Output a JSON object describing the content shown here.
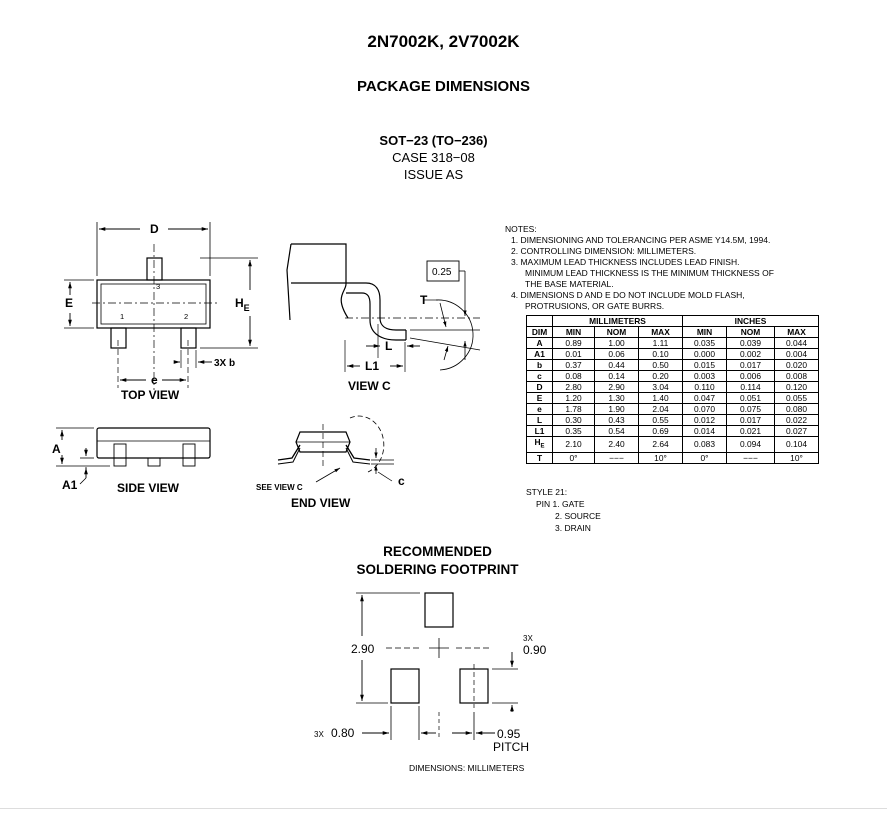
{
  "header": {
    "part_numbers": "2N7002K, 2V7002K",
    "section": "PACKAGE DIMENSIONS"
  },
  "package": {
    "name": "SOT−23 (TO−236)",
    "case": "CASE 318−08",
    "issue": "ISSUE AS"
  },
  "views": {
    "top": "TOP VIEW",
    "side": "SIDE VIEW",
    "end": "END VIEW",
    "c": "VIEW C",
    "see_c": "SEE VIEW C"
  },
  "labels": {
    "D": "D",
    "E": "E",
    "HE_main": "H",
    "HE_sub": "E",
    "e": "e",
    "b": "3X b",
    "A": "A",
    "A1": "A1",
    "L": "L",
    "L1": "L1",
    "T": "T",
    "c": "c",
    "gauge": "0.25",
    "pin1": "1",
    "pin2": "2",
    "pin3": "3"
  },
  "notes": {
    "heading": "NOTES:",
    "items": [
      "1.  DIMENSIONING AND TOLERANCING PER ASME Y14.5M, 1994.",
      "2.  CONTROLLING DIMENSION: MILLIMETERS.",
      "3.  MAXIMUM LEAD THICKNESS INCLUDES LEAD FINISH.",
      "MINIMUM LEAD THICKNESS IS THE MINIMUM THICKNESS OF",
      "THE BASE MATERIAL.",
      "4.  DIMENSIONS D AND E DO NOT INCLUDE MOLD FLASH,",
      "PROTRUSIONS, OR GATE BURRS."
    ]
  },
  "table": {
    "group_mm": "MILLIMETERS",
    "group_in": "INCHES",
    "headers": [
      "DIM",
      "MIN",
      "NOM",
      "MAX",
      "MIN",
      "NOM",
      "MAX"
    ],
    "rows": [
      {
        "dim": "A",
        "sub": "",
        "v": [
          "0.89",
          "1.00",
          "1.11",
          "0.035",
          "0.039",
          "0.044"
        ]
      },
      {
        "dim": "A1",
        "sub": "",
        "v": [
          "0.01",
          "0.06",
          "0.10",
          "0.000",
          "0.002",
          "0.004"
        ]
      },
      {
        "dim": "b",
        "sub": "",
        "v": [
          "0.37",
          "0.44",
          "0.50",
          "0.015",
          "0.017",
          "0.020"
        ]
      },
      {
        "dim": "c",
        "sub": "",
        "v": [
          "0.08",
          "0.14",
          "0.20",
          "0.003",
          "0.006",
          "0.008"
        ]
      },
      {
        "dim": "D",
        "sub": "",
        "v": [
          "2.80",
          "2.90",
          "3.04",
          "0.110",
          "0.114",
          "0.120"
        ]
      },
      {
        "dim": "E",
        "sub": "",
        "v": [
          "1.20",
          "1.30",
          "1.40",
          "0.047",
          "0.051",
          "0.055"
        ]
      },
      {
        "dim": "e",
        "sub": "",
        "v": [
          "1.78",
          "1.90",
          "2.04",
          "0.070",
          "0.075",
          "0.080"
        ]
      },
      {
        "dim": "L",
        "sub": "",
        "v": [
          "0.30",
          "0.43",
          "0.55",
          "0.012",
          "0.017",
          "0.022"
        ]
      },
      {
        "dim": "L1",
        "sub": "",
        "v": [
          "0.35",
          "0.54",
          "0.69",
          "0.014",
          "0.021",
          "0.027"
        ]
      },
      {
        "dim": "H",
        "sub": "E",
        "v": [
          "2.10",
          "2.40",
          "2.64",
          "0.083",
          "0.094",
          "0.104"
        ]
      },
      {
        "dim": "T",
        "sub": "",
        "v": [
          "0°",
          "−−−",
          "10°",
          "0°",
          "−−−",
          "10°"
        ]
      }
    ]
  },
  "style": {
    "title": "STYLE 21:",
    "pins": [
      "PIN 1.  GATE",
      "2.  SOURCE",
      "3.  DRAIN"
    ]
  },
  "footprint": {
    "title1": "RECOMMENDED",
    "title2": "SOLDERING FOOTPRINT",
    "height": "2.90",
    "pad_w_mult": "3X",
    "pad_w": "0.80",
    "pad_h_mult": "3X",
    "pad_h": "0.90",
    "pitch": "0.95",
    "pitch_label": "PITCH",
    "units": "DIMENSIONS: MILLIMETERS"
  }
}
